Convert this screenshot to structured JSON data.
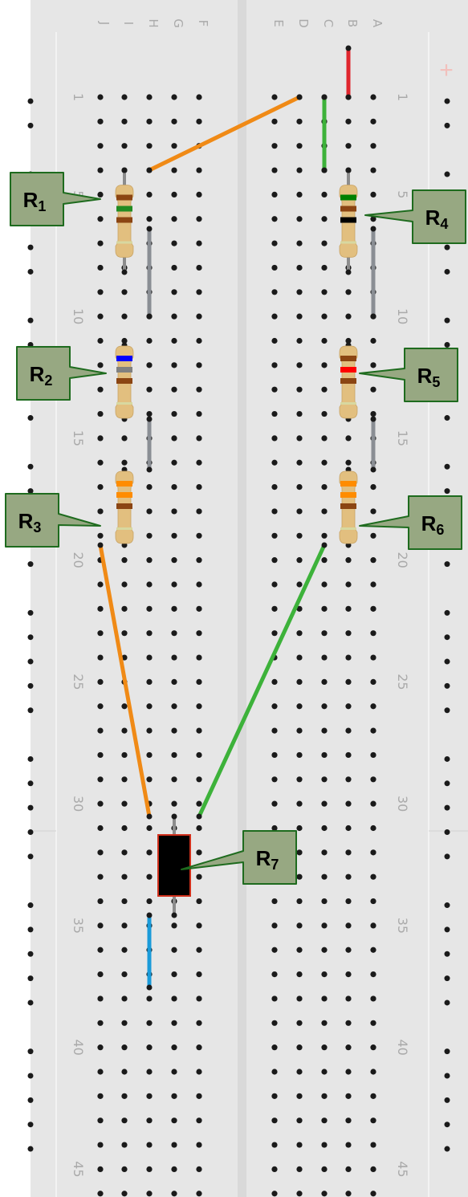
{
  "breadboard": {
    "column_letters_left": [
      "J",
      "I",
      "H",
      "G",
      "F"
    ],
    "column_letters_right": [
      "E",
      "D",
      "C",
      "B",
      "A"
    ],
    "row_numbers": [
      "1",
      "5",
      "10",
      "15",
      "20",
      "25",
      "30",
      "35",
      "40",
      "45"
    ],
    "rail_symbol": "+",
    "hole_color": "#1a1a1a",
    "board_color": "#e6e6e6"
  },
  "resistor_labels": [
    {
      "main": "R",
      "sub": "1"
    },
    {
      "main": "R",
      "sub": "2"
    },
    {
      "main": "R",
      "sub": "3"
    },
    {
      "main": "R",
      "sub": "4"
    },
    {
      "main": "R",
      "sub": "5"
    },
    {
      "main": "R",
      "sub": "6"
    },
    {
      "main": "R",
      "sub": "7"
    }
  ],
  "colors": {
    "label_fill": "#97a882",
    "label_border": "#1e6b1e",
    "resistor_body": "#e2bf7f",
    "wire_orange": "#f08a16",
    "wire_green": "#3db23a",
    "wire_gray": "#8a8e94",
    "wire_red": "#e0262d",
    "wire_blue": "#1a9bd9"
  }
}
